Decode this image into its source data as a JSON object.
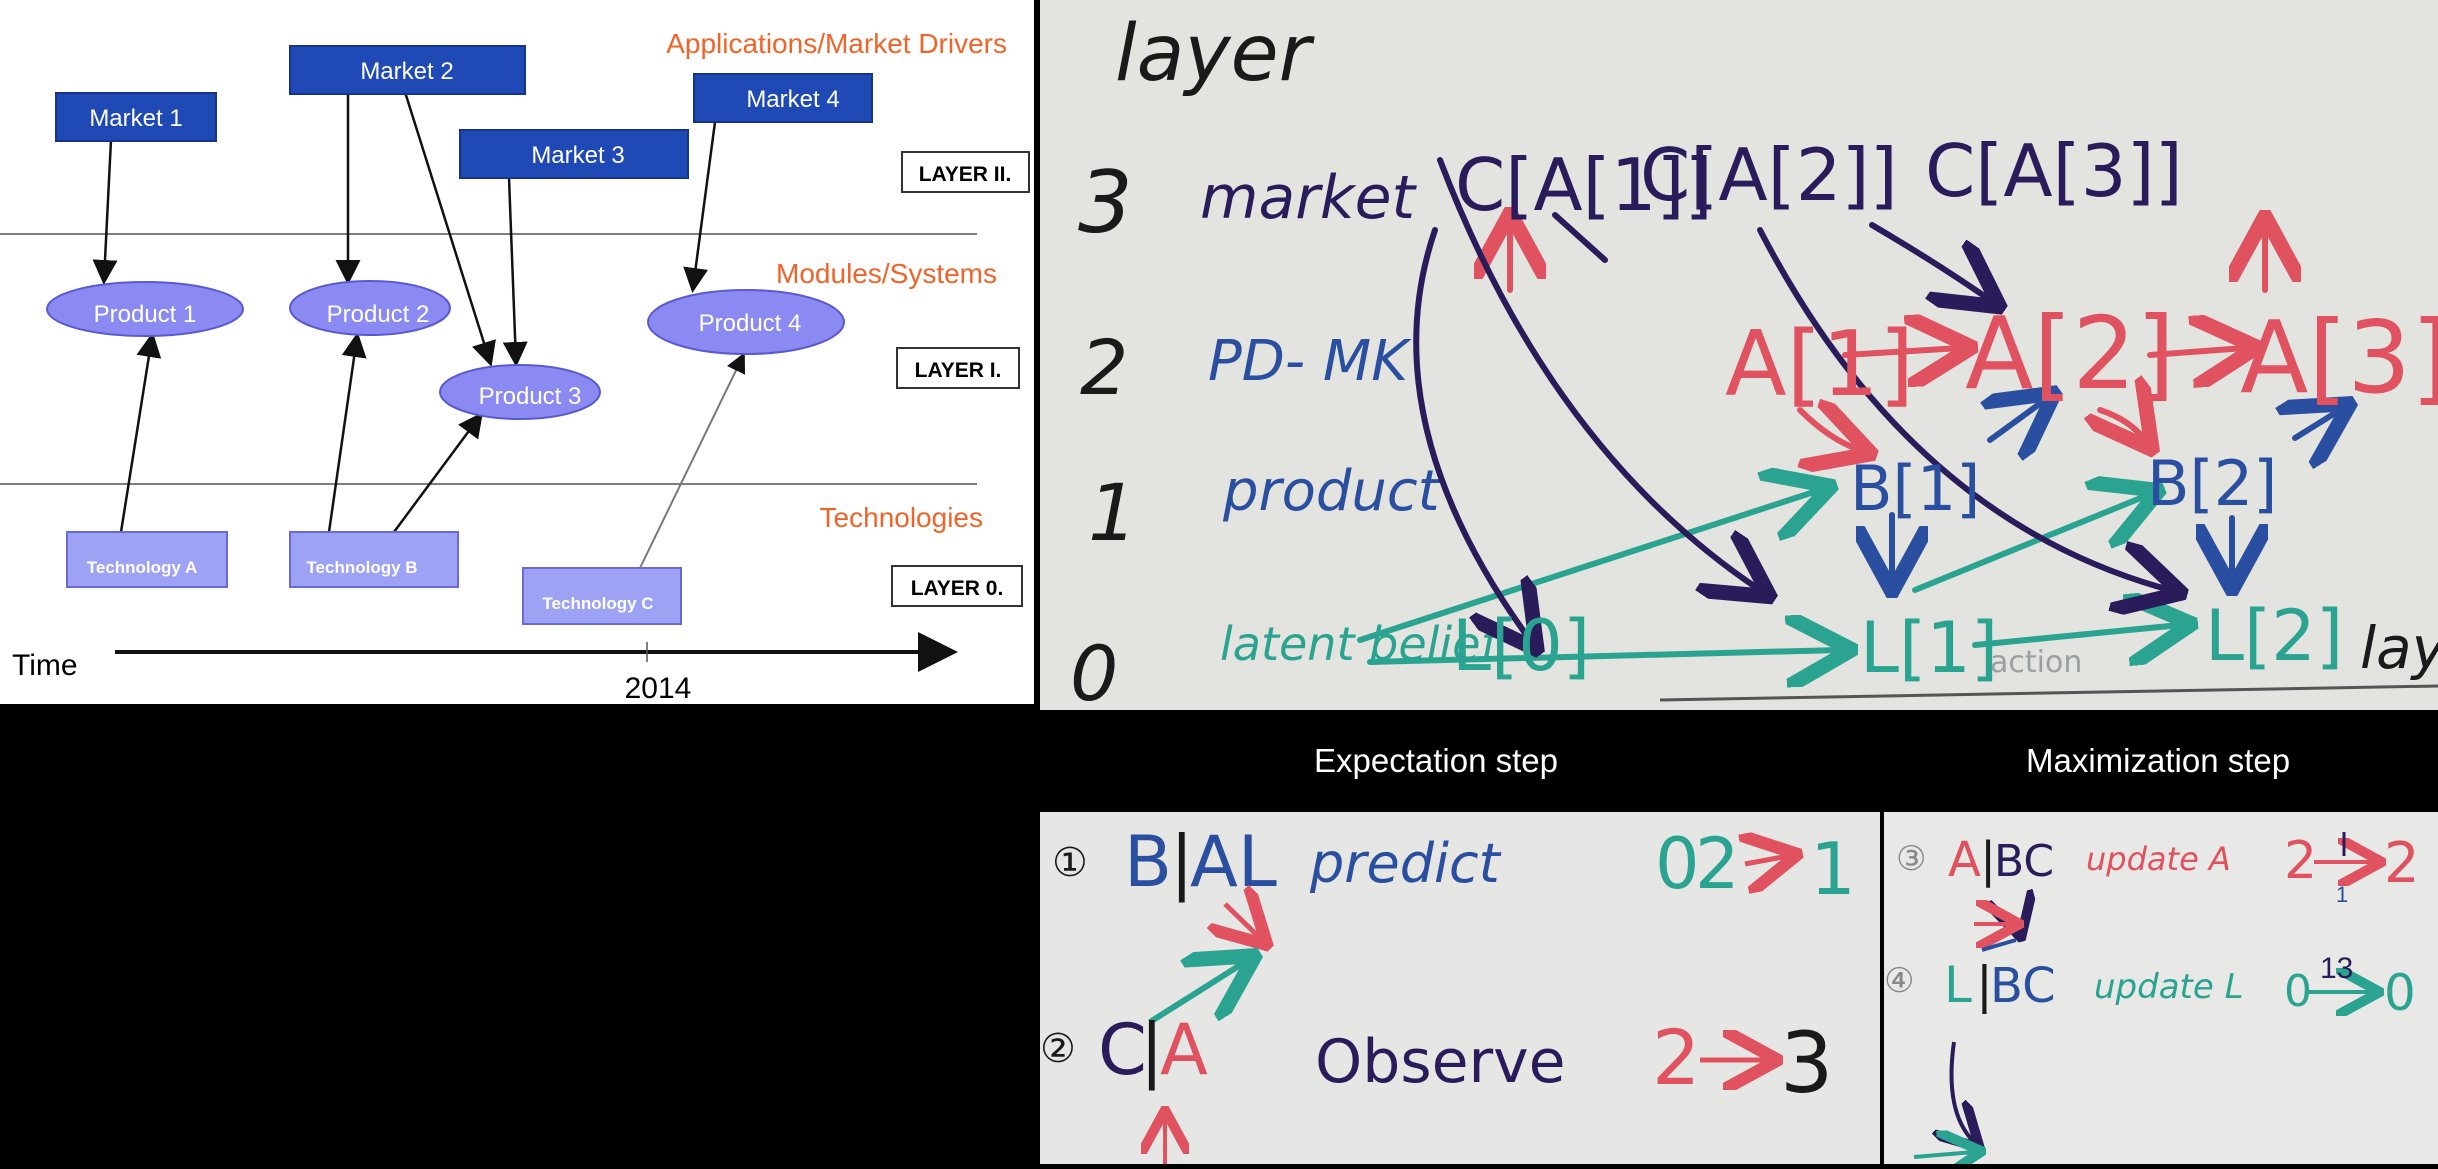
{
  "roadmap": {
    "layer_titles": [
      "Applications/Market Drivers",
      "Modules/Systems",
      "Technologies"
    ],
    "layer_labels": [
      "LAYER II.",
      "LAYER I.",
      "LAYER 0."
    ],
    "markets": [
      "Market 1",
      "Market 2",
      "Market 3",
      "Market 4"
    ],
    "products": [
      "Product 1",
      "Product 2",
      "Product 3",
      "Product 4"
    ],
    "technologies": [
      "Technology A",
      "Technology B",
      "Technology C"
    ],
    "time_label": "Time",
    "year_label": "2014",
    "colors": {
      "market_box": "#1f49b5",
      "product_ellipse": "#8a8af2",
      "tech_box": "#9ea2f5",
      "layer_title": "#f0642a"
    }
  },
  "whiteboard_top": {
    "heading": "layer",
    "layers": [
      {
        "number": "3",
        "name": "market"
      },
      {
        "number": "2",
        "name": "PD- MK"
      },
      {
        "number": "1",
        "name": "product"
      },
      {
        "number": "0",
        "name": "latent belief"
      }
    ],
    "c_nodes": [
      "C[A[1]]",
      "C[A[2]]",
      "C[A[3]]"
    ],
    "a_nodes": [
      "A[1]",
      "A[2]",
      "A[3]"
    ],
    "b_nodes": [
      "B[1]",
      "B[2]"
    ],
    "l_nodes": [
      "L[0]",
      "L[1]",
      "L[2]"
    ],
    "edge_note": "action",
    "right_edge_text": "lay",
    "colors": {
      "market_ink": "#2a1c5a",
      "pdmk_ink": "#e0525f",
      "product_ink": "#2b4fa0",
      "latent_ink": "#2ba391",
      "black_ink": "#1a1a1a"
    }
  },
  "captions": {
    "expectation": "Expectation step",
    "maximization": "Maximization step"
  },
  "expectation_step": {
    "step1": {
      "num": "①",
      "expr_B": "B",
      "bar": "|",
      "expr_AL": "AL",
      "verb": "predict",
      "from": "0",
      "from2": "2",
      "to": "1"
    },
    "step2": {
      "num": "②",
      "expr_C": "C",
      "bar": "|",
      "expr_A": "A",
      "verb": "Observe",
      "from": "2",
      "to": "3"
    }
  },
  "maximization_step": {
    "step3": {
      "num": "③",
      "expr_A": "A",
      "bar": "|",
      "expr_BC": "BC",
      "verb": "update A",
      "from": "2",
      "note": "1",
      "to": "2"
    },
    "step4": {
      "num": "④",
      "expr_L": "L",
      "bar": "|",
      "expr_BC": "BC",
      "verb": "update L",
      "from": "0",
      "note": "13",
      "to": "0"
    }
  }
}
